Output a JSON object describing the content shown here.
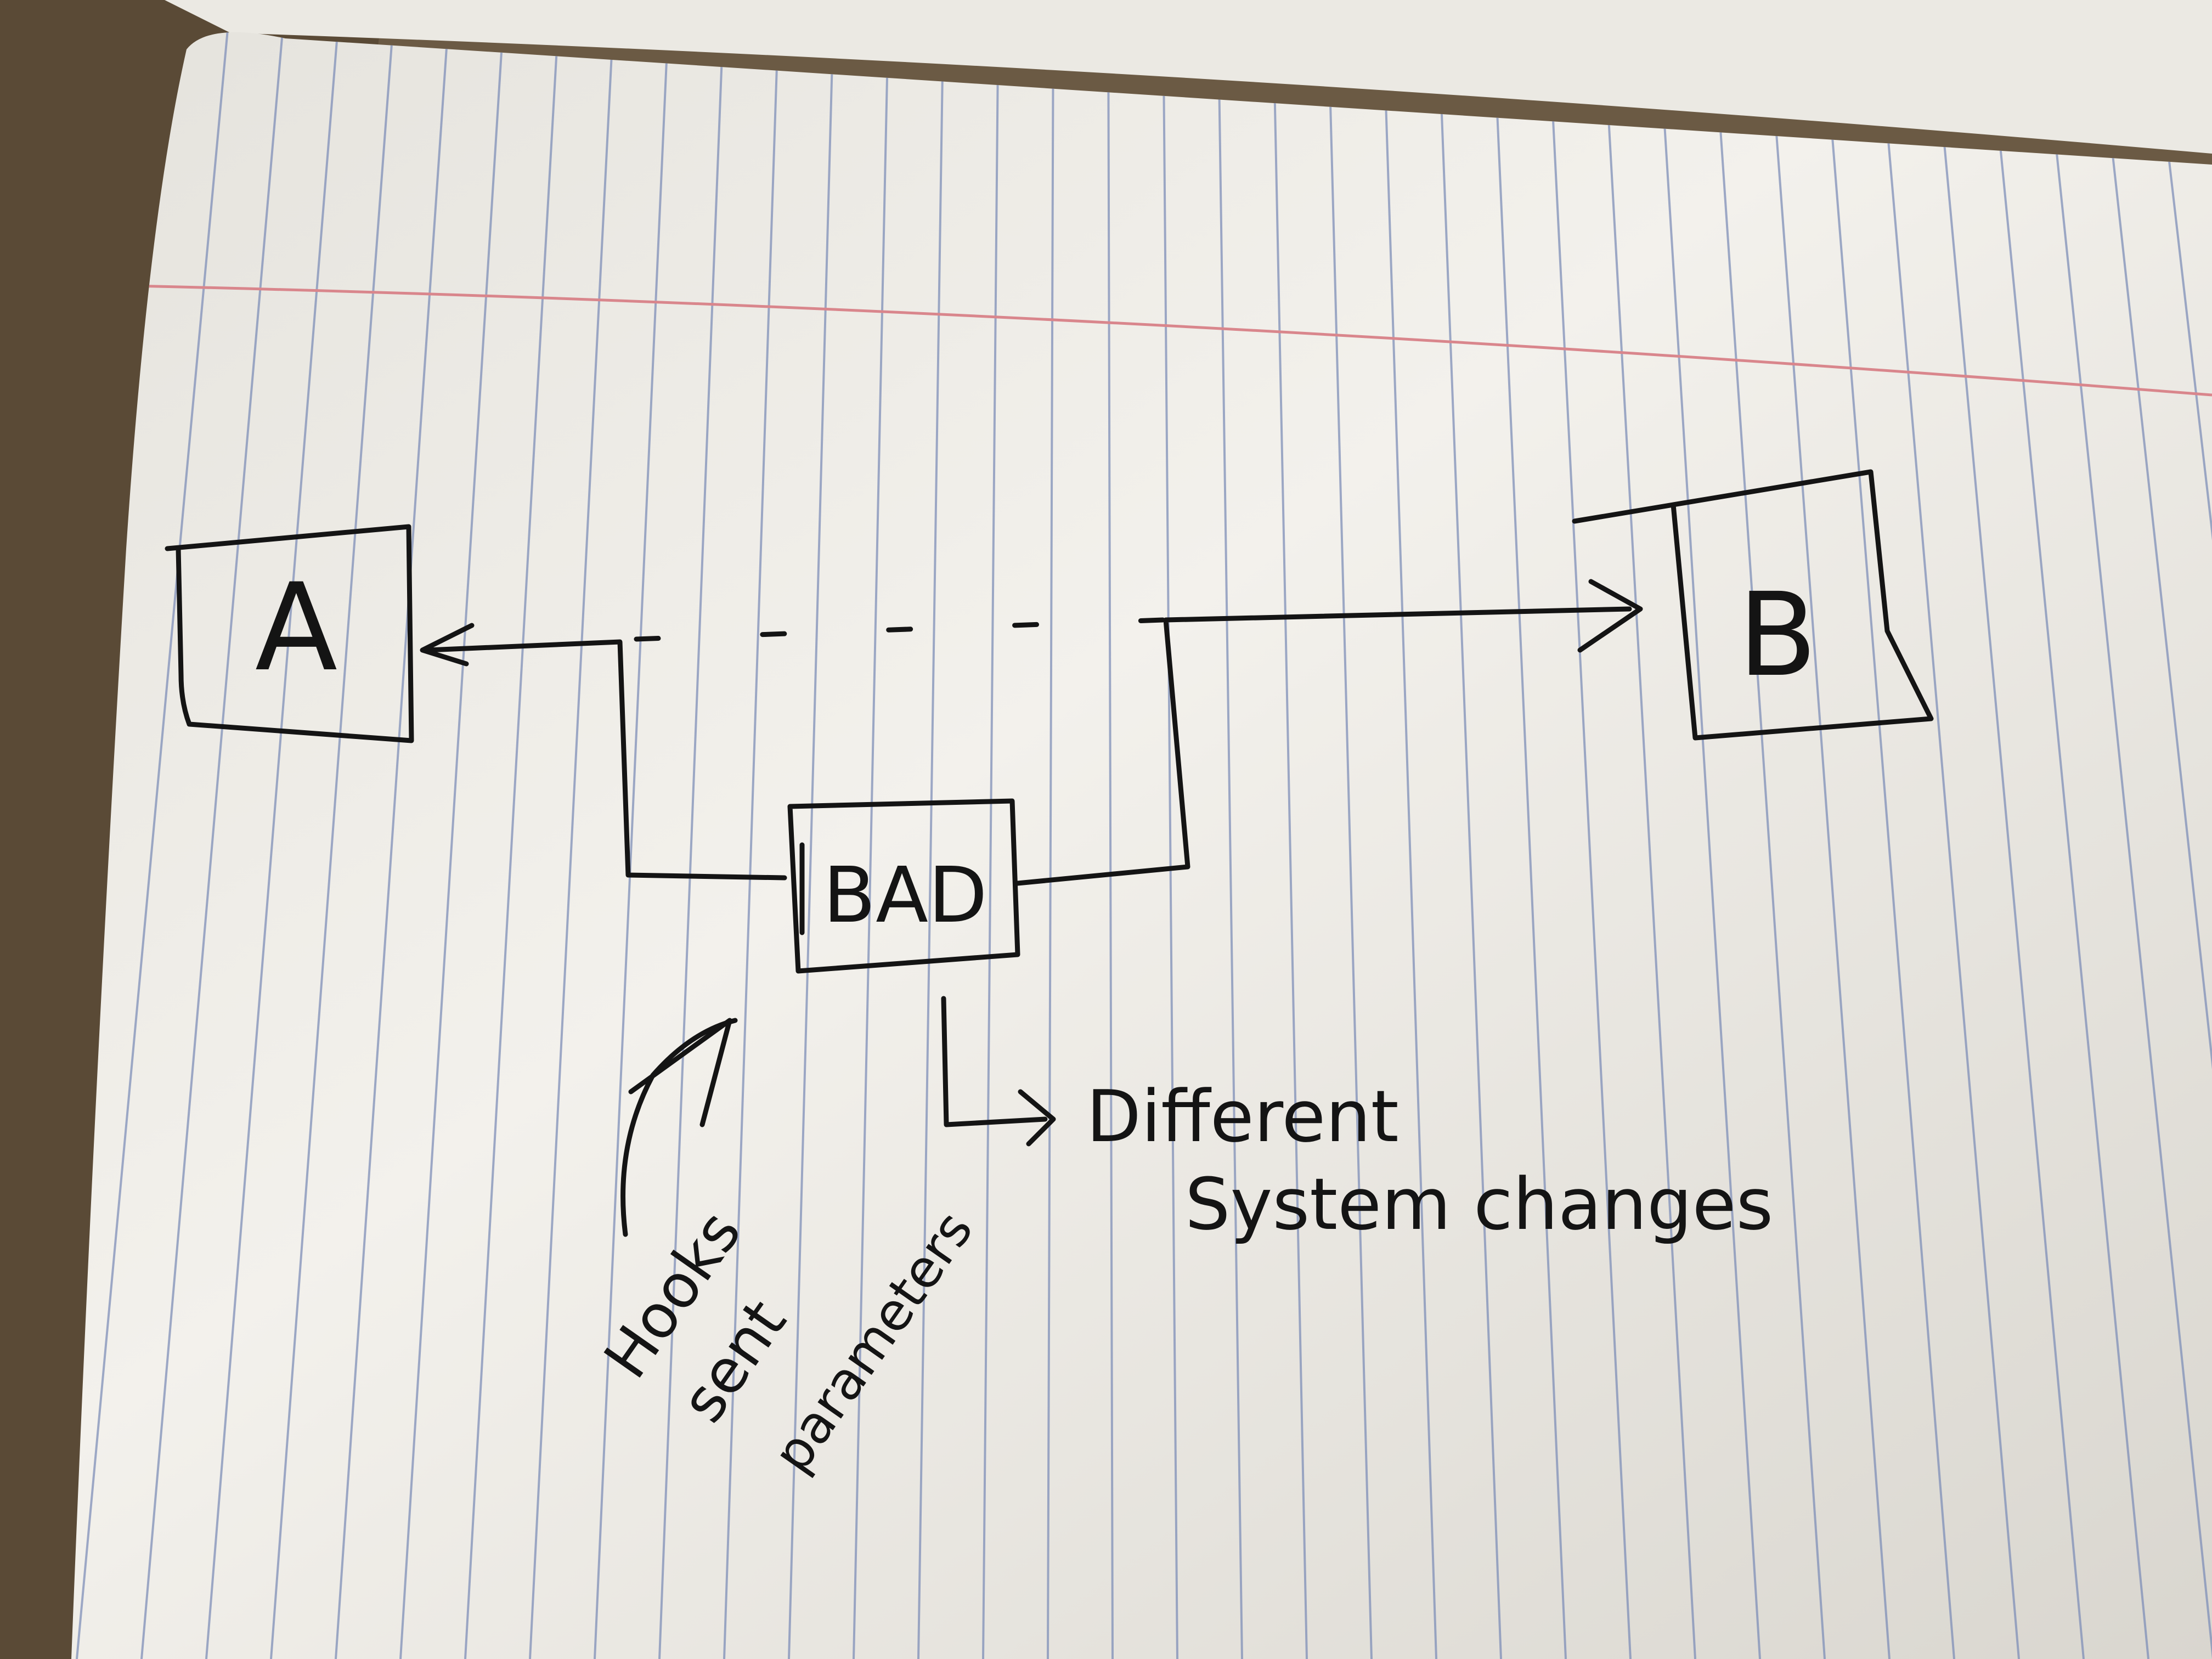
{
  "diagram": {
    "nodes": {
      "a": {
        "label": "A"
      },
      "b": {
        "label": "B"
      },
      "bad": {
        "label": "BAD"
      }
    },
    "annotations": {
      "different": "Different",
      "system_changes": "System changes",
      "hooks": "Hooks",
      "sent": "sent",
      "parameters": "parameters"
    },
    "connections": [
      {
        "from": "bad",
        "to": "a",
        "style": "solid-arrow"
      },
      {
        "from": "bad",
        "to": "b",
        "style": "solid-arrow"
      },
      {
        "from": "a",
        "to": "b",
        "style": "dashed"
      },
      {
        "from": "bad",
        "to": "annotation-different",
        "style": "solid-arrow"
      }
    ]
  },
  "colors": {
    "ink": "#141414",
    "paper": "#f1efe9",
    "rule_lines": "#7f8fb8",
    "margin_line": "#d9868c",
    "desk": "#6b5a44"
  }
}
